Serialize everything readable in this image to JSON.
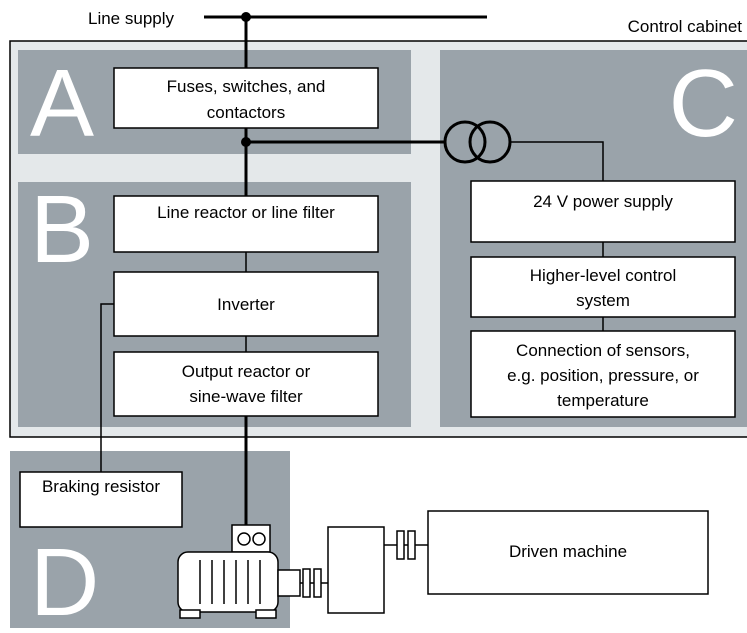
{
  "line_supply": "Line supply",
  "control_cabinet": "Control cabinet",
  "zones": {
    "a": "A",
    "b": "B",
    "c": "C",
    "d": "D"
  },
  "boxes": {
    "fuses": [
      "Fuses, switches, and",
      "contactors"
    ],
    "line_reactor": [
      "Line reactor or line filter"
    ],
    "inverter": [
      "Inverter"
    ],
    "output_reactor": [
      "Output reactor or",
      "sine-wave filter"
    ],
    "power_supply": [
      "24 V power supply"
    ],
    "control_system": [
      "Higher-level control",
      "system"
    ],
    "sensors": [
      "Connection of sensors,",
      "e.g. position, pressure, or",
      "temperature"
    ],
    "braking_resistor": [
      "Braking resistor"
    ],
    "driven_machine": [
      "Driven machine"
    ]
  },
  "colors": {
    "zone_gray": "#9aa3aa",
    "cabinet_fill": "#e4e8ea",
    "line": "#000000"
  }
}
